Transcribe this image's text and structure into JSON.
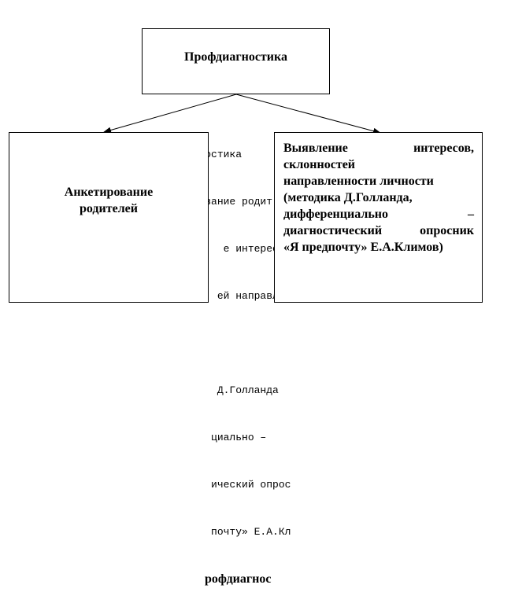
{
  "top_box": {
    "label": "Профдиагностика"
  },
  "left_box": {
    "lines": [
      "Анкетирование",
      "родителей"
    ]
  },
  "right_box": {
    "lines": [
      [
        "Выявление",
        "интересов,"
      ],
      [
        "склонностей"
      ],
      [
        "направленности личности"
      ],
      [
        "(методика Д.Голланда,"
      ],
      [
        "дифференциально",
        "–"
      ],
      [
        "диагностический",
        "опросник"
      ],
      [
        "«Я предпочту» Е.А.Климов)"
      ]
    ]
  },
  "ghost_text": {
    "lines": [
      "Профдиагностика",
      "         вание родит",
      "            е интересов",
      "           ей направл",
      "",
      "           Д.Голланда",
      "          циально –",
      "          ический опрос",
      "          почту» Е.А.Кл"
    ],
    "tail": "рофдиагнос"
  }
}
